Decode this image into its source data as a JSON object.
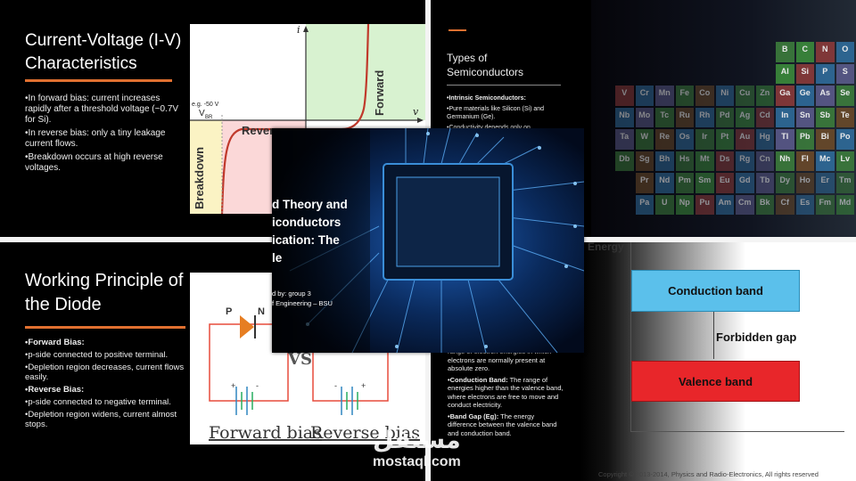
{
  "slide1": {
    "title": "Current-Voltage (I-V) Characteristics",
    "bullets": [
      "•In forward bias: current increases rapidly after a threshold voltage (~0.7V for Si).",
      "•In reverse bias: only a tiny leakage current flows.",
      "•Breakdown occurs at high reverse voltages."
    ],
    "graph": {
      "i_label": "i",
      "v_label": "v",
      "forward": "Forward",
      "reverse": "Reverse",
      "breakdown": "Breakdown",
      "eg": "e.g. -50 V",
      "vbr": "V",
      "vbr_sub": "BR"
    }
  },
  "slide2": {
    "title": "Types of Semiconductors",
    "bullets": [
      {
        "bold": "•Intrinsic Semiconductors:",
        "text": ""
      },
      {
        "bold": "",
        "text": "•Pure materials like Silicon (Si) and Germanium (Ge)."
      },
      {
        "bold": "",
        "text": "•Conductivity depends only on"
      }
    ],
    "periodic_rows": [
      [
        "B",
        "C",
        "N",
        "O"
      ],
      [
        "Al",
        "Si",
        "P",
        "S"
      ],
      [
        "V",
        "Cr",
        "Mn",
        "Fe",
        "Co",
        "Ni",
        "Cu",
        "Zn",
        "Ga",
        "Ge",
        "As",
        "Se"
      ],
      [
        "Nb",
        "Mo",
        "Tc",
        "Ru",
        "Rh",
        "Pd",
        "Ag",
        "Cd",
        "In",
        "Sn",
        "Sb",
        "Te"
      ],
      [
        "Ta",
        "W",
        "Re",
        "Os",
        "Ir",
        "Pt",
        "Au",
        "Hg",
        "Tl",
        "Pb",
        "Bi",
        "Po"
      ],
      [
        "Db",
        "Sg",
        "Bh",
        "Hs",
        "Mt",
        "Ds",
        "Rg",
        "Cn",
        "Nh",
        "Fl",
        "Mc",
        "Lv"
      ],
      [
        "Pr",
        "Nd",
        "Pm",
        "Sm",
        "Eu",
        "Gd",
        "Tb",
        "Dy",
        "Ho",
        "Er",
        "Tm"
      ],
      [
        "Pa",
        "U",
        "Np",
        "Pu",
        "Am",
        "Cm",
        "Bk",
        "Cf",
        "Es",
        "Fm",
        "Md"
      ]
    ]
  },
  "slide3": {
    "title": "Working Principle of the Diode",
    "bullets": [
      {
        "bold": "•Forward Bias:",
        "text": ""
      },
      {
        "bold": "",
        "text": "•p-side connected to positive terminal."
      },
      {
        "bold": "",
        "text": "•Depletion region decreases, current flows easily."
      },
      {
        "bold": "•Reverse Bias:",
        "text": ""
      },
      {
        "bold": "",
        "text": "•p-side connected to negative terminal."
      },
      {
        "bold": "",
        "text": "•Depletion region widens, current almost stops."
      }
    ],
    "diagram": {
      "p": "P",
      "n": "N",
      "vs": "VS",
      "forward_label": "Forward bias",
      "reverse_label": "Reverse bias",
      "plus": "+",
      "minus": "-"
    }
  },
  "slide4": {
    "bullets": [
      {
        "bold": "",
        "text": "range of electron energies in which electrons are normally present at absolute zero."
      },
      {
        "bold": "•Conduction Band:",
        "text": " The range of energies higher than the valence band, where electrons are free to move and conduct electricity."
      },
      {
        "bold": "•Band Gap (Eg):",
        "text": " The energy difference between the valence band and conduction band."
      }
    ],
    "energy_label": "Energy",
    "conduction_band": "Conduction band",
    "forbidden_gap": "Forbidden gap",
    "valence_band": "Valence band",
    "copyright": "Copyright © 2013-2014, Physics and Radio-Electronics, All rights reserved"
  },
  "title_slide": {
    "line1": "d Theory and",
    "line2": "iconductors",
    "line3": "ication: The",
    "line4": "le",
    "presented": "d by: group 3",
    "faculty": "f Engineering – BSU"
  },
  "watermark": {
    "arabic": "مستقل",
    "latin": "mostaql.com"
  }
}
